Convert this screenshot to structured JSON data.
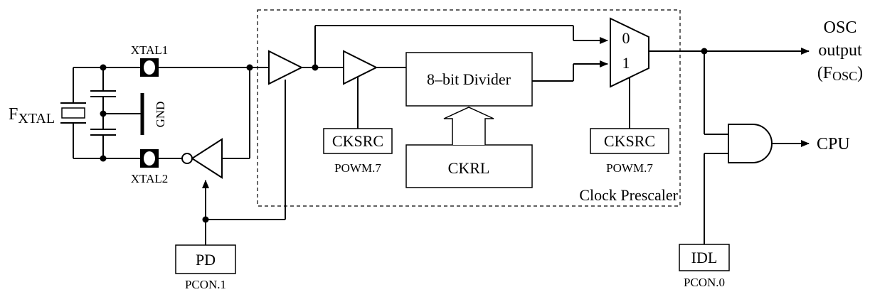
{
  "labels": {
    "xtal1": "XTAL1",
    "xtal2": "XTAL2",
    "fxtal_main": "F",
    "fxtal_sub": "XTAL",
    "gnd": "GND",
    "cksrc_1": "CKSRC",
    "powm_1": "POWM.7",
    "divider": "8–bit Divider",
    "ckrl": "CKRL",
    "cksrc_2": "CKSRC",
    "powm_2": "POWM.7",
    "mux_0": "0",
    "mux_1": "1",
    "prescaler": "Clock Prescaler",
    "osc_line1": "OSC",
    "osc_line2": "output",
    "fosc_open": "(F",
    "fosc_sub": "OSC",
    "fosc_close": ")",
    "cpu": "CPU",
    "pd": "PD",
    "pcon1": "PCON.1",
    "idl": "IDL",
    "pcon0": "PCON.0"
  }
}
